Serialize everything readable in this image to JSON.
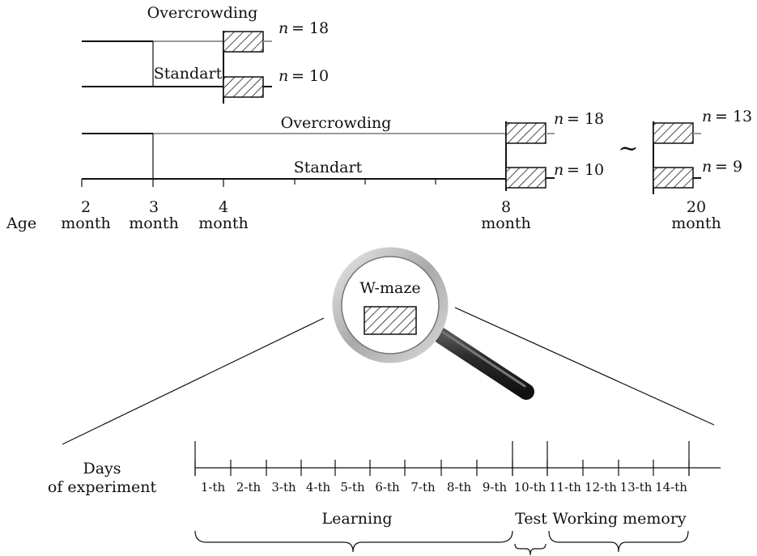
{
  "top_groups": {
    "short_overcrowding": {
      "label": "Overcrowding",
      "n": "= 18"
    },
    "short_standart": {
      "label": "Standart",
      "n": "= 10"
    },
    "long_overcrowding": {
      "label": "Overcrowding",
      "n": "= 18"
    },
    "long_standart": {
      "label": "Standart",
      "n": "= 10"
    },
    "late_overcrowding_n": "= 13",
    "late_standart_n": "= 9",
    "n_symbol": "n",
    "tilde": "~"
  },
  "age_axis": {
    "title": "Age",
    "ticks": [
      {
        "num": "2",
        "unit": "month"
      },
      {
        "num": "3",
        "unit": "month"
      },
      {
        "num": "4",
        "unit": "month"
      },
      {
        "num": "8",
        "unit": "month"
      },
      {
        "num": "20",
        "unit": "month"
      }
    ]
  },
  "magnifier": {
    "label": "W-maze"
  },
  "days_axis": {
    "title_line1": "Days",
    "title_line2": "of experiment",
    "days": [
      "1-th",
      "2-th",
      "3-th",
      "4-th",
      "5-th",
      "6-th",
      "7-th",
      "8-th",
      "9-th",
      "10-th",
      "11-th",
      "12-th",
      "13-th",
      "14-th"
    ]
  },
  "phases": {
    "learning": "Learning",
    "test": "Test",
    "working_memory": "Working memory"
  },
  "colors": {
    "ink": "#111111",
    "gray_line": "#9a9a9a"
  }
}
